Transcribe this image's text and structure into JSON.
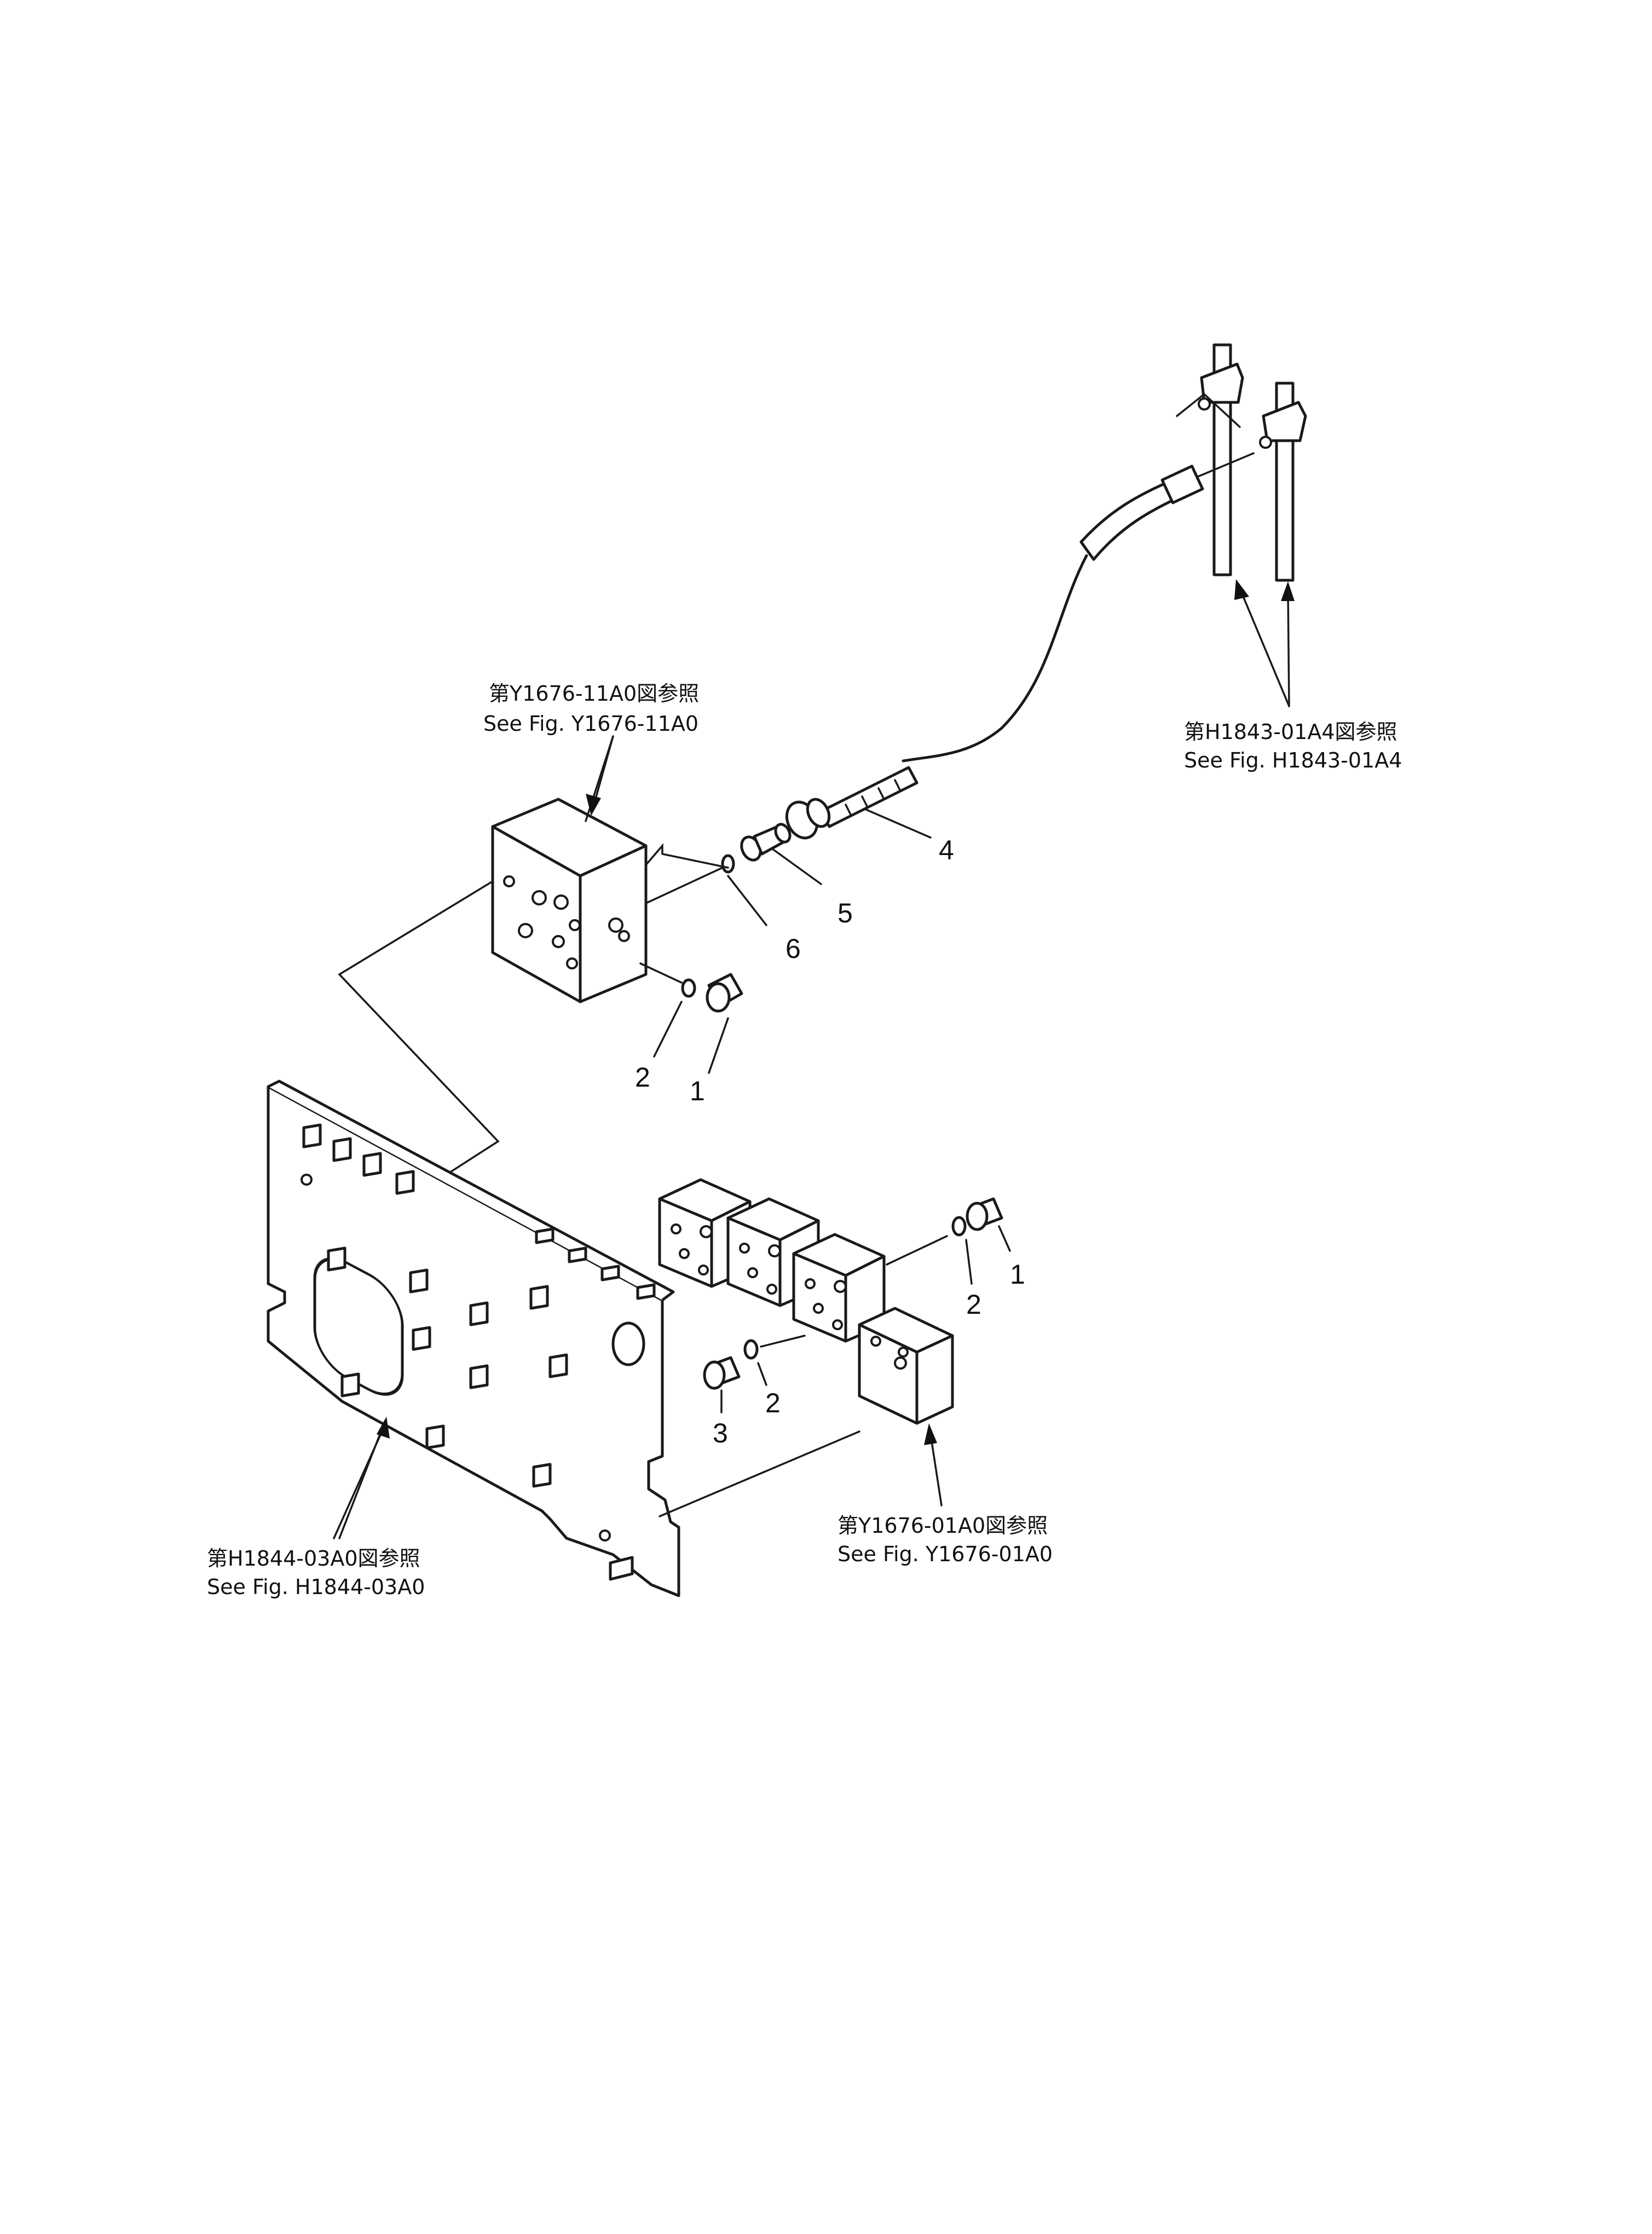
{
  "callouts": {
    "item1_upper": "1",
    "item2_upper": "2",
    "item4": "4",
    "item5": "5",
    "item6": "6",
    "item1_lower": "1",
    "item2_lower_right": "2",
    "item2_lower_left": "2",
    "item3": "3"
  },
  "references": {
    "top_block": {
      "jp": "第Y1676-11A0図参照",
      "en": "See  Fig. Y1676-11A0"
    },
    "pipes": {
      "jp": "第H1843-01A4図参照",
      "en": "See  Fig. H1843-01A4"
    },
    "panel": {
      "jp": "第H1844-03A0図参照",
      "en": "See  Fig. H1844-03A0"
    },
    "valve_stack": {
      "jp": "第Y1676-01A0図参照",
      "en": "See  Fig. Y1676-01A0"
    }
  }
}
